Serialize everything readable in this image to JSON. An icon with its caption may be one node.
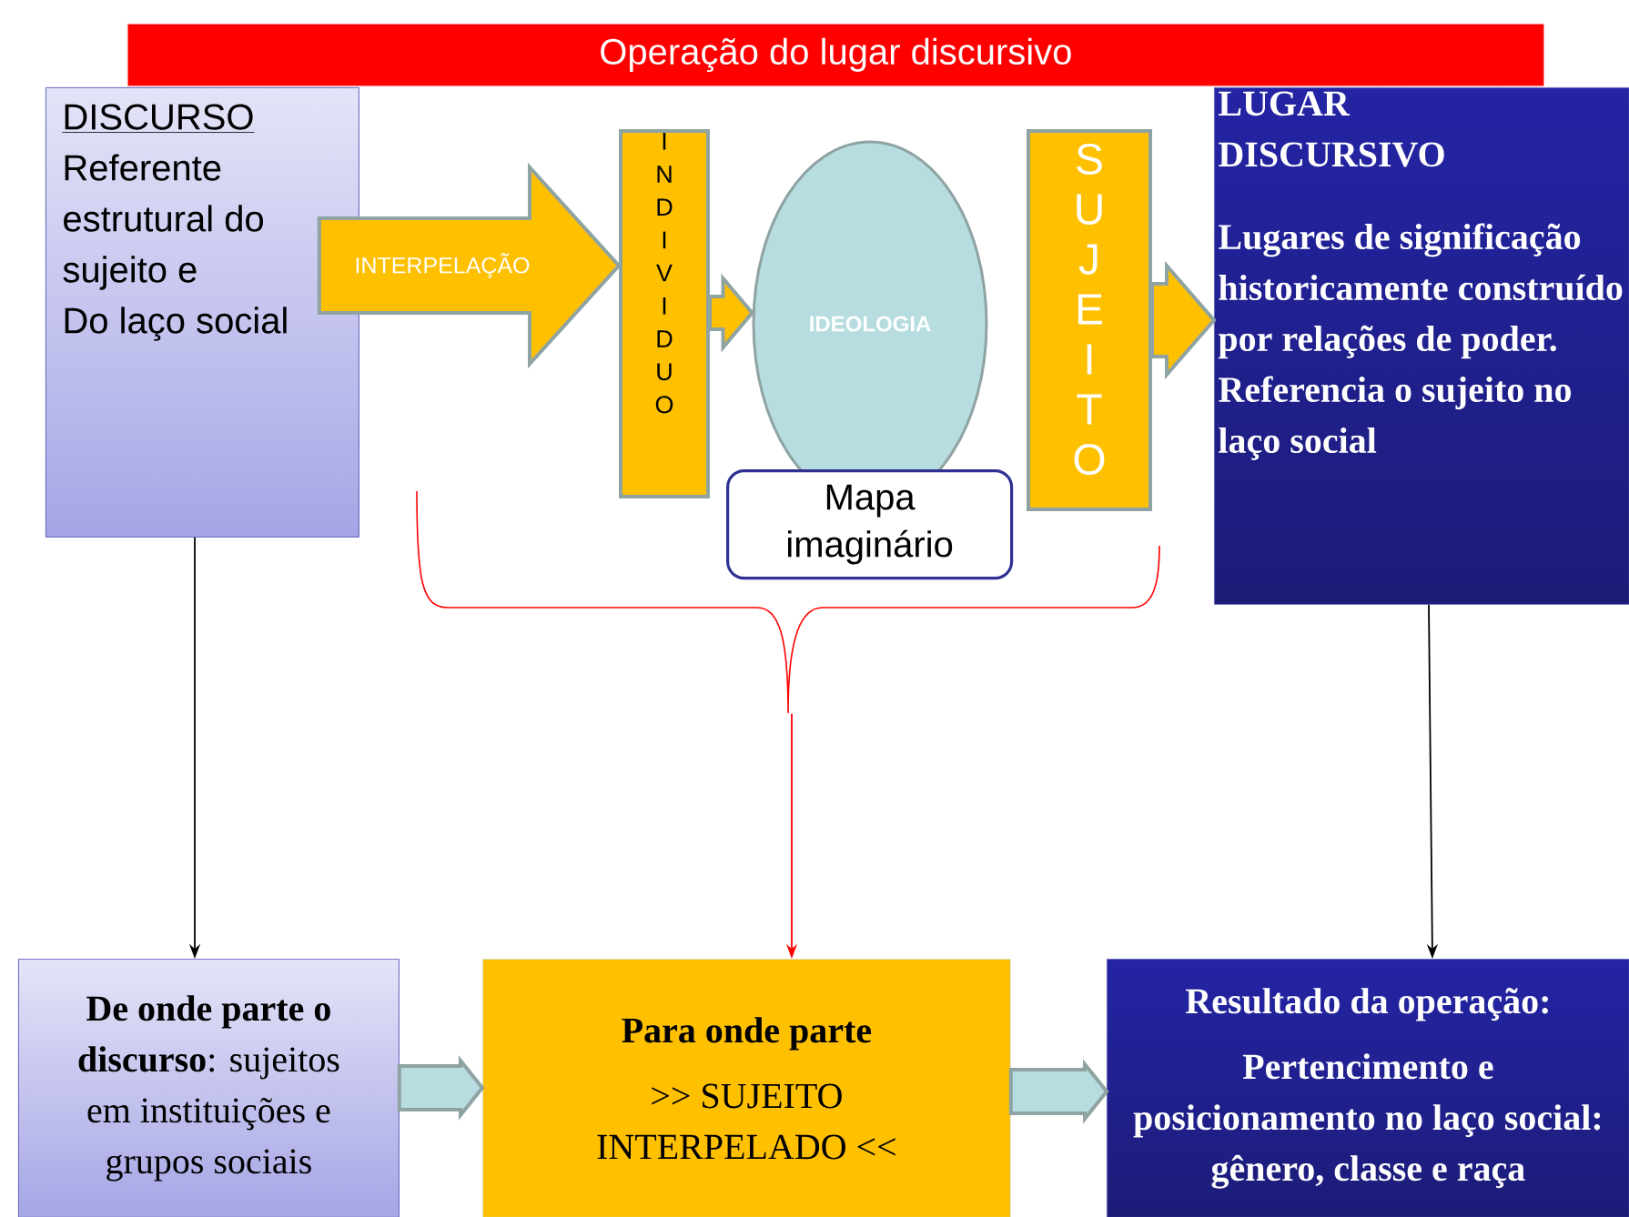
{
  "diagram": {
    "title": "Operação do lugar discursivo",
    "nodes": [
      {
        "text": [
          "DISCURSO",
          "Referente estrutural do sujeito e",
          "Do laço social"
        ]
      },
      {
        "text": [
          "INDIVIDUO"
        ]
      },
      {
        "text": [
          "IDEOLOGIA"
        ]
      },
      {
        "text": [
          "Mapa imaginário"
        ]
      },
      {
        "text": [
          "SUJEITO"
        ]
      },
      {
        "text": [
          "LUGAR DISCURSIVO",
          "Lugares de significação historicamente construído por relações de poder.",
          "Referencia o sujeito no laço social"
        ]
      },
      {
        "text": [
          "**De onde parte o discurso**: sujeitos em instituições e grupos sociais"
        ]
      },
      {
        "text": [
          "Para onde parte",
          ">> SUJEITO INTERPELADO <<"
        ]
      },
      {
        "text": [
          "Resultado da operação:",
          "Pertencimento e posicionamento no laço social: gênero, classe e raça"
        ]
      },
      {
        "text": [],
        "shape": "brace"
      }
    ],
    "edges": [
      {
        "from": 0,
        "to": 1,
        "arrow": "to",
        "label": "INTERPELAÇÃO",
        "style": "thick"
      },
      {
        "from": 1,
        "to": 2,
        "arrow": "to",
        "style": "thick"
      },
      {
        "from": 4,
        "to": 5,
        "arrow": "to",
        "style": "thick"
      },
      {
        "from": 0,
        "to": 6,
        "arrow": "to"
      },
      {
        "from": 5,
        "to": 8,
        "arrow": "to"
      },
      {
        "from": 9,
        "to": 7,
        "arrow": "to",
        "color": "#ff0000"
      },
      {
        "from": 6,
        "to": 7,
        "arrow": "to",
        "style": "thick",
        "color": "#b7dde0"
      },
      {
        "from": 7,
        "to": 8,
        "arrow": "to",
        "style": "thick",
        "color": "#b7dde0"
      }
    ]
  }
}
